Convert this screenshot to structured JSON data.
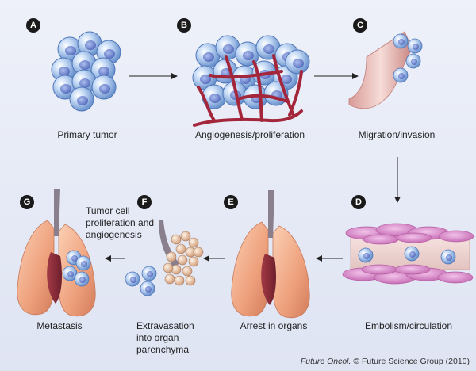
{
  "stages": [
    {
      "letter": "A",
      "label": "Primary tumor"
    },
    {
      "letter": "B",
      "label": "Angiogenesis/proliferation"
    },
    {
      "letter": "C",
      "label": "Migration/invasion"
    },
    {
      "letter": "D",
      "label": "Embolism/circulation"
    },
    {
      "letter": "E",
      "label": "Arrest in organs"
    },
    {
      "letter": "F",
      "label": "Extravasation into organ parenchyma"
    },
    {
      "letter": "G",
      "label": "Metastasis"
    }
  ],
  "annotation": "Tumor cell proliferation and angiogenesis",
  "credit": {
    "journal": "Future Oncol.",
    "rest": " © Future Science Group (2010)"
  },
  "colors": {
    "cell": "#9fc0ec",
    "vessel": "#a3263b",
    "lung": "#f0b08e",
    "endothelium": "#d98cc9",
    "tube": "#e9bfb8"
  }
}
